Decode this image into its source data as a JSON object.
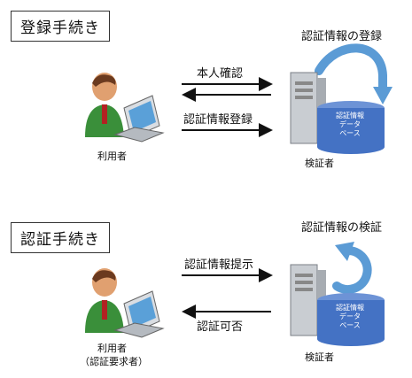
{
  "registration": {
    "title": "登録手続き",
    "arrow_top_label": "本人確認",
    "arrow_bottom_label": "認証情報登録",
    "loop_label": "認証情報の登録",
    "user_caption": "利用者",
    "server_caption": "検証者",
    "db_label": [
      "認証情報",
      "データ",
      "ベース"
    ]
  },
  "authentication": {
    "title": "認証手続き",
    "arrow_top_label": "認証情報提示",
    "arrow_bottom_label": "認証可否",
    "loop_label": "認証情報の検証",
    "user_caption_line1": "利用者",
    "user_caption_line2": "（認証要求者）",
    "server_caption": "検証者",
    "db_label": [
      "認証情報",
      "データ",
      "ベース"
    ]
  },
  "colors": {
    "loop_arrow": "#5b9bd5",
    "db_cylinder": "#4472c4",
    "server": "#c9cdd2",
    "shirt": "#3a8f3a"
  }
}
